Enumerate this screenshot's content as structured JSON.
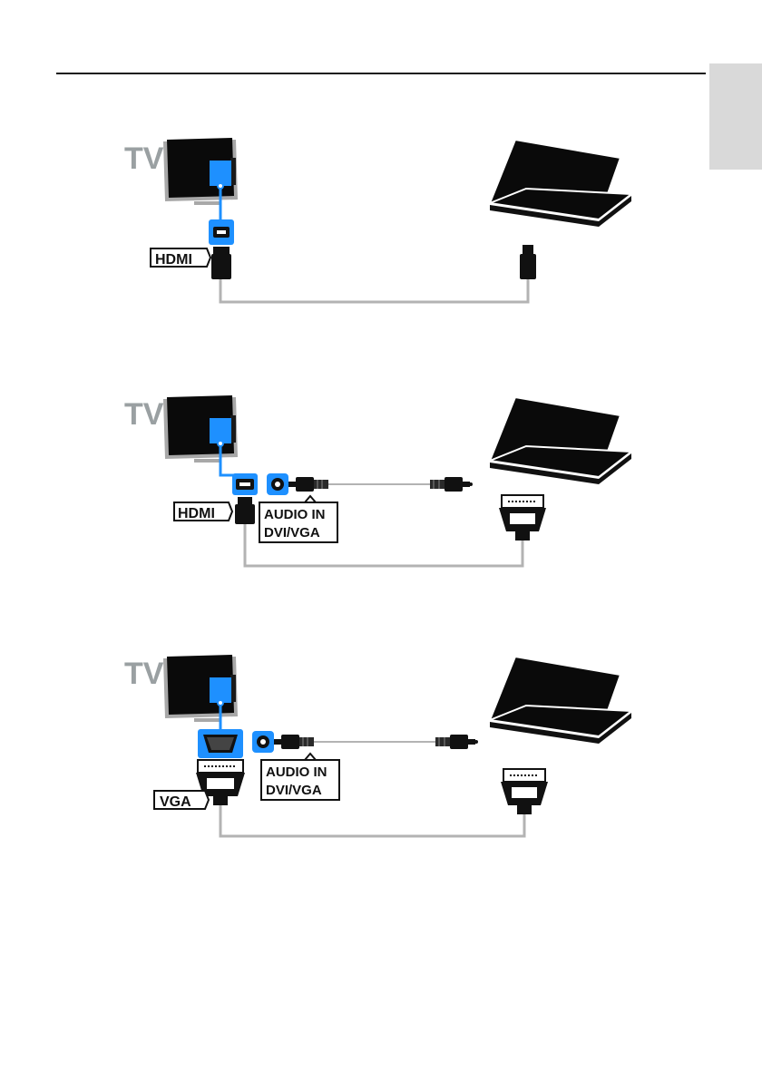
{
  "page": {
    "accent_blue": "#1e90ff",
    "cable_gray": "#b3b3b3",
    "tab_gray": "#d9d9d9"
  },
  "diagrams": [
    {
      "tv_label": "TV",
      "video_label": "HDMI"
    },
    {
      "tv_label": "TV",
      "video_label": "HDMI",
      "audio_label_line1": "AUDIO IN",
      "audio_label_line2": "DVI/VGA"
    },
    {
      "tv_label": "TV",
      "video_label": "VGA",
      "audio_label_line1": "AUDIO IN",
      "audio_label_line2": "DVI/VGA"
    }
  ]
}
